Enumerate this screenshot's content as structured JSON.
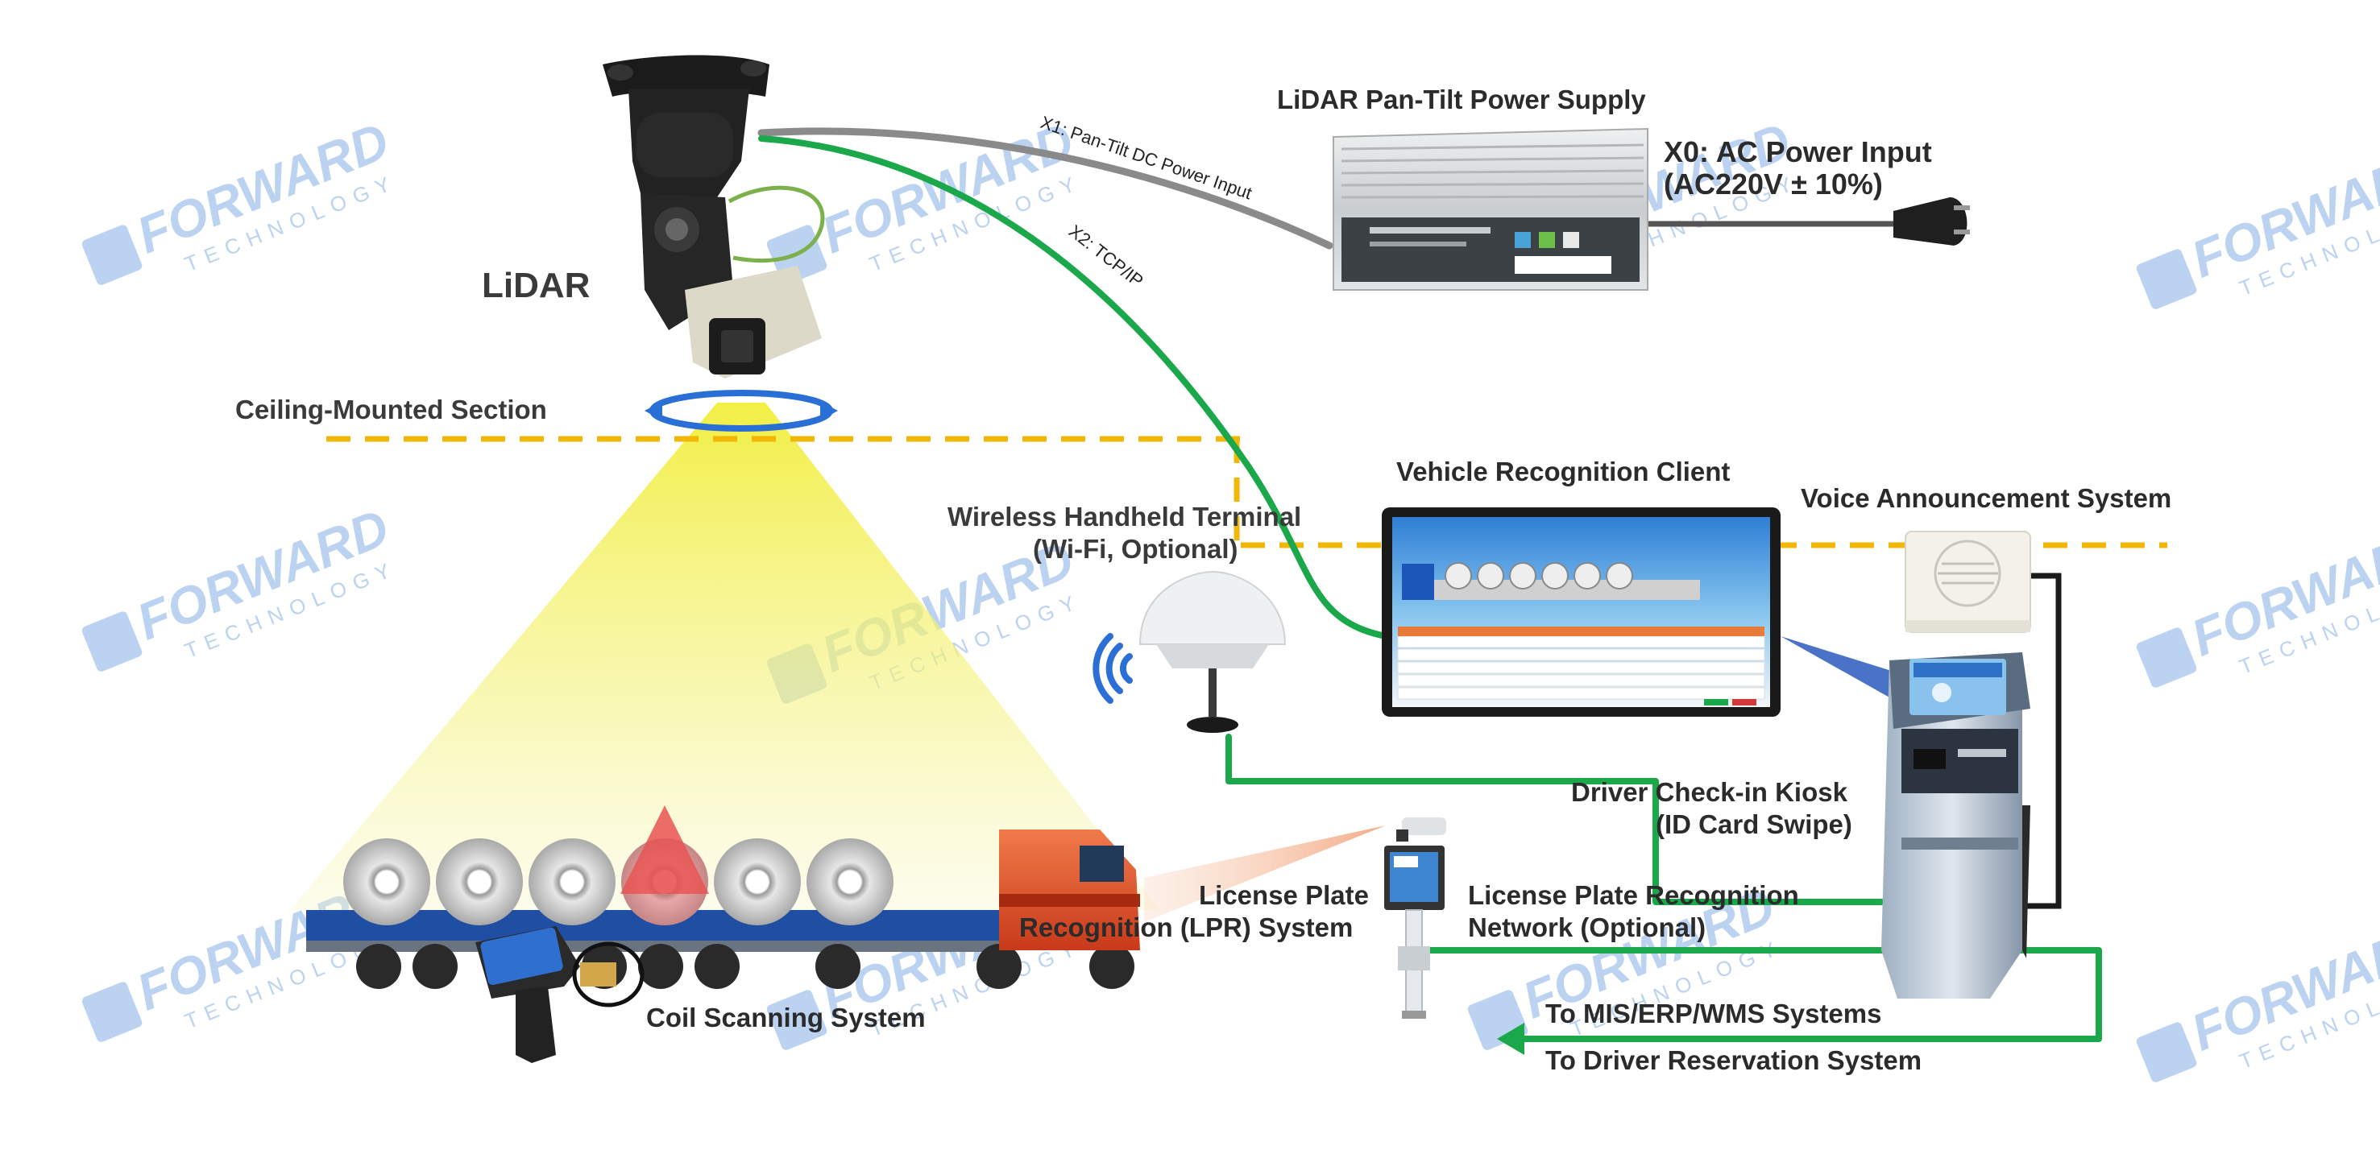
{
  "labels": {
    "lidar": "LiDAR",
    "ceiling_section": "Ceiling-Mounted Section",
    "power_supply": "LiDAR Pan-Tilt Power Supply",
    "ac_input_line1": "X0: AC Power Input",
    "ac_input_line2": "(AC220V ± 10%)",
    "cable_x1": "X1: Pan-Tilt DC Power Input",
    "cable_x2": "X2: TCP/IP",
    "vehicle_client": "Vehicle Recognition Client",
    "voice_system": "Voice Announcement System",
    "handheld_line1": "Wireless Handheld Terminal",
    "handheld_line2": "(Wi-Fi, Optional)",
    "kiosk_line1": "Driver Check-in Kiosk",
    "kiosk_line2": "(ID Card Swipe)",
    "lpr_line1": "License Plate",
    "lpr_line2": "Recognition (LPR) System",
    "lpr_net_line1": "License Plate Recognition",
    "lpr_net_line2": "Network (Optional)",
    "coil_scanning": "Coil Scanning System",
    "to_mis": "To MIS/ERP/WMS Systems",
    "to_driver": "To Driver Reservation System"
  },
  "watermark": {
    "brand": "FORWARD",
    "sub": "TECHNOLOGY"
  },
  "colors": {
    "network_cable": "#1aa84a",
    "power_cable": "#8a8a8a",
    "dashed_line": "#f2b705",
    "scan_beam": "#f2f04a",
    "watermark": "#3f7fd6",
    "truck_cab": "#e0502a"
  },
  "icons": {
    "lidar": "lidar-pan-tilt-device",
    "power_supply": "power-supply-box",
    "plug": "ac-plug-icon",
    "antenna": "wifi-antenna-icon",
    "wifi": "wifi-signal-icon",
    "monitor": "monitor-screen",
    "speaker": "speaker-icon",
    "kiosk": "kiosk-terminal",
    "lpr_camera": "lpr-camera",
    "handheld": "handheld-scanner",
    "truck": "coil-truck"
  }
}
